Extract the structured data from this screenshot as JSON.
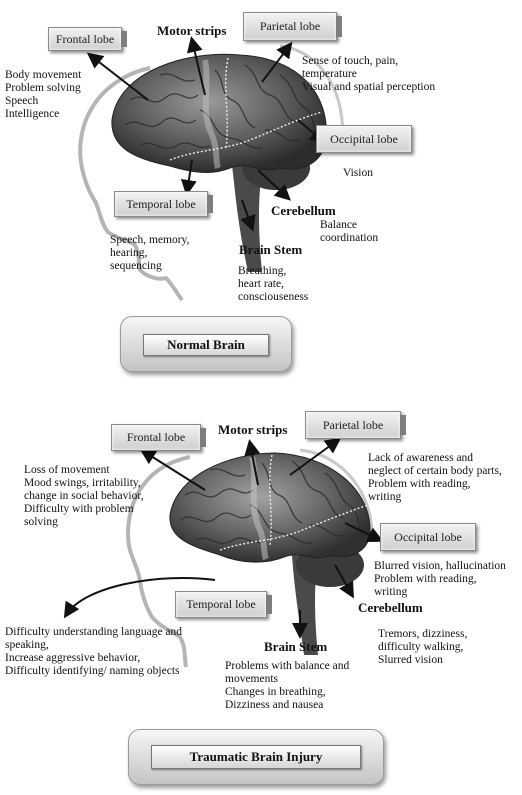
{
  "normal": {
    "title": "Normal Brain",
    "labels": {
      "frontal": "Frontal  lobe",
      "parietal": "Parietal lobe",
      "occipital": "Occipital lobe",
      "temporal": "Temporal lobe",
      "motor": "Motor strips",
      "cerebellum": "Cerebellum",
      "brainstem": "Brain Stem"
    },
    "frontal_desc": [
      "Body movement",
      "Problem solving",
      "Speech",
      "Intelligence"
    ],
    "parietal_desc": [
      "Sense of touch, pain,",
      "temperature",
      "Visual and spatial perception"
    ],
    "occipital_desc": [
      "Vision"
    ],
    "temporal_desc": [
      "Speech, memory,",
      "hearing,",
      "sequencing"
    ],
    "cerebellum_desc": [
      "Balance",
      "coordination"
    ],
    "brainstem_desc": [
      "Breathing,",
      "heart rate,",
      "consciouseness"
    ]
  },
  "tbi": {
    "title": "Traumatic Brain Injury",
    "labels": {
      "frontal": "Frontal  lobe",
      "parietal": "Parietal lobe",
      "occipital": "Occipital lobe",
      "temporal": "Temporal lobe",
      "motor": "Motor strips",
      "cerebellum": "Cerebellum",
      "brainstem": "Brain Stem"
    },
    "frontal_desc": [
      "Loss of movement",
      "Mood swings, irritability,",
      "change in social behavior,",
      "Difficulty with problem",
      "solving"
    ],
    "parietal_desc": [
      "Lack of awareness and",
      "neglect of certain body parts,",
      "Problem with reading,",
      "writing"
    ],
    "occipital_desc": [
      "Blurred vision, hallucination",
      "Problem with reading,",
      "writing"
    ],
    "temporal_desc": [
      "Difficulty understanding language and",
      "speaking,",
      "Increase aggressive behavior,",
      "Difficulty identifying/ naming objects"
    ],
    "cerebellum_desc": [
      "Tremors, dizziness,",
      "difficulty walking,",
      "Slurred vision"
    ],
    "brainstem_desc": [
      "Problems with balance and",
      "movements",
      "Changes in breathing,",
      "Dizziness and nausea"
    ]
  }
}
